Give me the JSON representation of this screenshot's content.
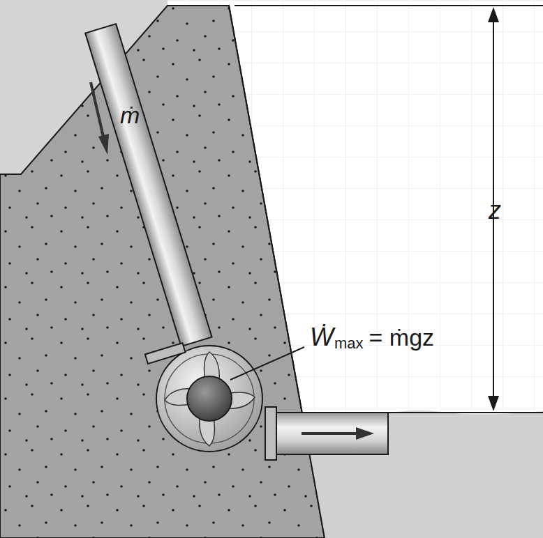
{
  "diagram": {
    "labels": [
      "ṁ",
      "z",
      "Ẇ",
      "max",
      "= ṁgz"
    ]
  }
}
